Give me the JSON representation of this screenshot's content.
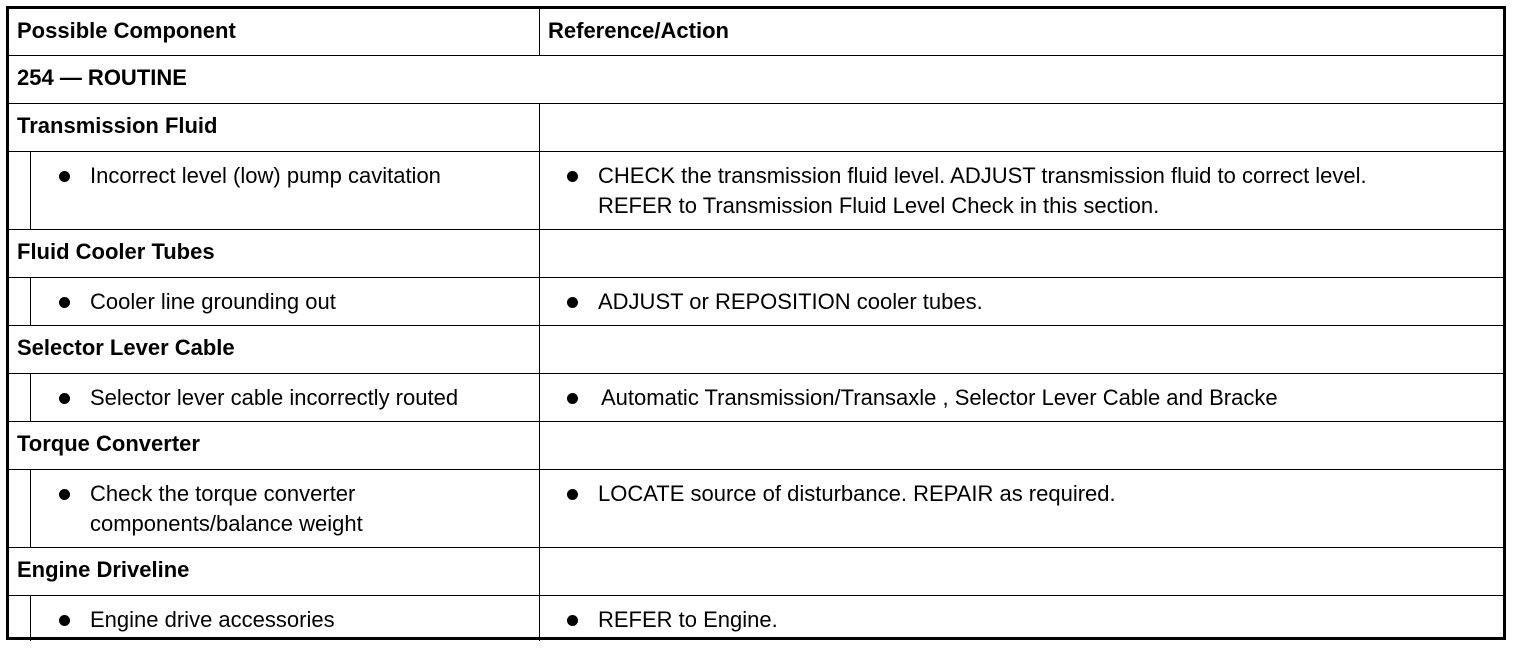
{
  "table": {
    "headers": {
      "component": "Possible Component",
      "action": "Reference/Action"
    },
    "routine": "254 — ROUTINE",
    "groups": [
      {
        "component": "Transmission Fluid",
        "cause_lines": [
          "Incorrect level (low) pump cavitation"
        ],
        "action_lines": [
          "CHECK the transmission fluid level. ADJUST transmission fluid to correct level.",
          "REFER to Transmission Fluid Level Check in this section."
        ]
      },
      {
        "component": "Fluid Cooler Tubes",
        "cause_lines": [
          "Cooler line grounding out"
        ],
        "action_lines": [
          "ADJUST or REPOSITION cooler tubes."
        ]
      },
      {
        "component": "Selector Lever Cable",
        "cause_lines": [
          "Selector lever cable incorrectly routed"
        ],
        "action_lines": [
          "Automatic Transmission/Transaxle , Selector Lever Cable and Bracke"
        ]
      },
      {
        "component": "Torque Converter",
        "cause_lines": [
          "Check the torque converter",
          "components/balance weight"
        ],
        "action_lines": [
          "LOCATE source of disturbance. REPAIR as required."
        ]
      },
      {
        "component": "Engine Driveline",
        "cause_lines": [
          "Engine drive accessories"
        ],
        "action_lines": [
          "REFER to Engine."
        ]
      }
    ]
  }
}
